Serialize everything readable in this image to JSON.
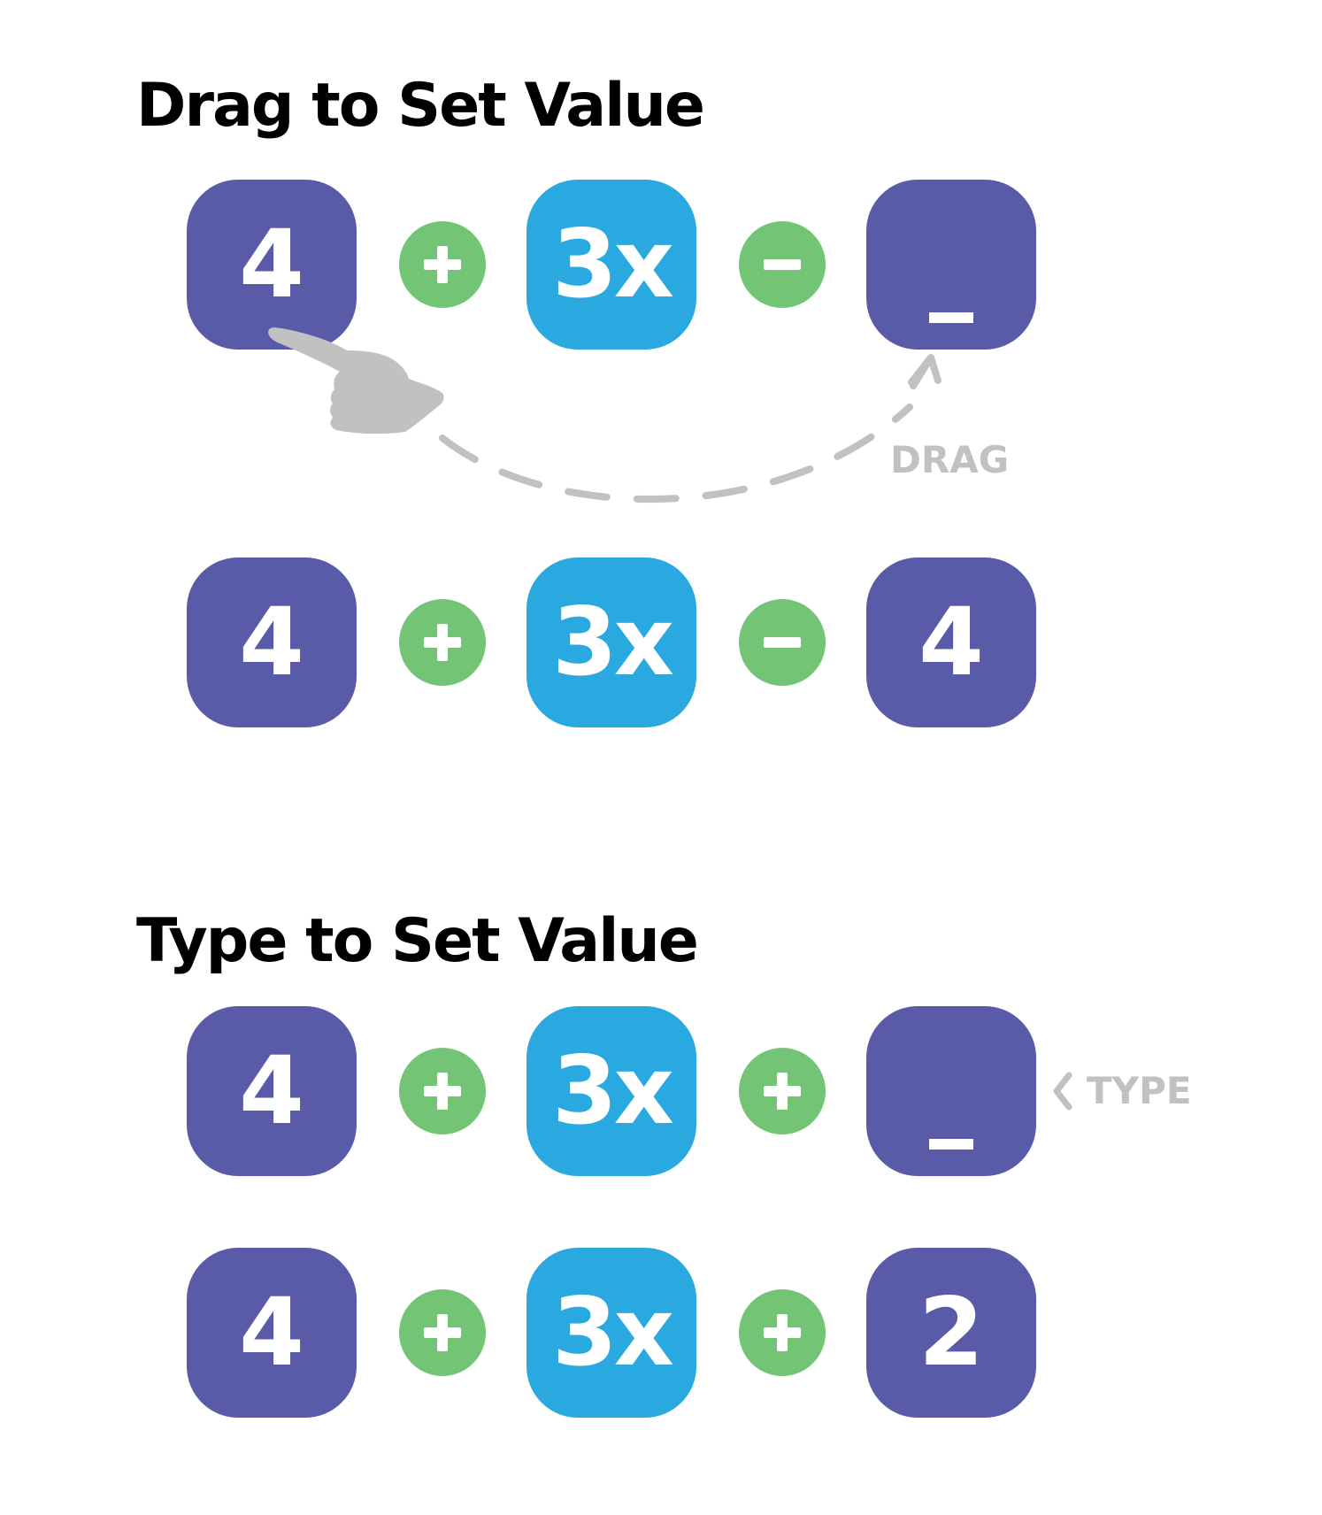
{
  "sections": {
    "drag": {
      "title": "Drag to Set Value",
      "hint": "DRAG",
      "before": {
        "term1": "4",
        "op1": "+",
        "term2": "3x",
        "op2": "−",
        "term3": "_"
      },
      "after": {
        "term1": "4",
        "op1": "+",
        "term2": "3x",
        "op2": "−",
        "term3": "4"
      }
    },
    "type": {
      "title": "Type to Set Value",
      "hint": "TYPE",
      "before": {
        "term1": "4",
        "op1": "+",
        "term2": "3x",
        "op2": "+",
        "term3": "_"
      },
      "after": {
        "term1": "4",
        "op1": "+",
        "term2": "3x",
        "op2": "+",
        "term3": "2"
      }
    }
  },
  "icons": {
    "drag_pointer": "pointing-hand-icon",
    "drag_arrow": "dashed-arc-arrow-icon",
    "type_pointer": "chevron-left-icon"
  },
  "colors": {
    "number_tile": "#5a5ba8",
    "variable_tile": "#29a9e0",
    "operator_circle": "#74c476",
    "hint_gray": "#c1c1c1"
  }
}
